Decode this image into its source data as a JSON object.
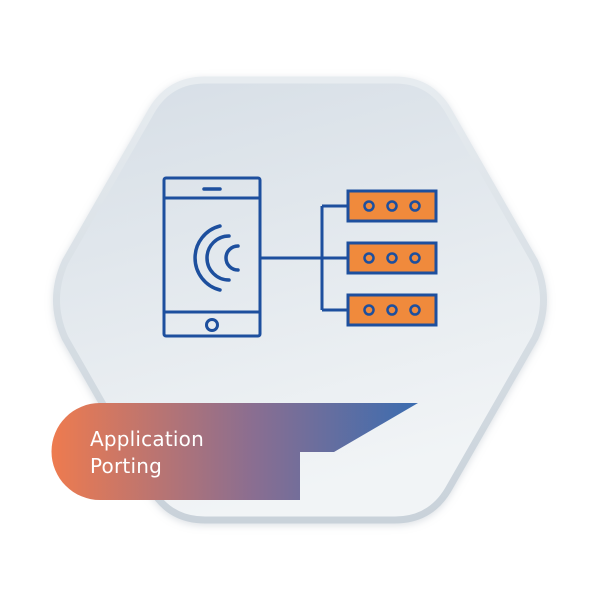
{
  "caption": {
    "line1": "Application",
    "line2": "Porting"
  },
  "colors": {
    "outline_blue": "#1d4f9e",
    "server_orange": "#f08a3c",
    "ribbon_start": "#ee7b4f",
    "ribbon_end": "#3b6db0",
    "hexagon_fill_top": "#d6dee6",
    "hexagon_fill_bottom": "#f1f4f6"
  },
  "icons": {
    "device": "smartphone-icon",
    "signal": "wireless-signal-icon",
    "servers": "server-rack-icon"
  },
  "server_count": 3
}
